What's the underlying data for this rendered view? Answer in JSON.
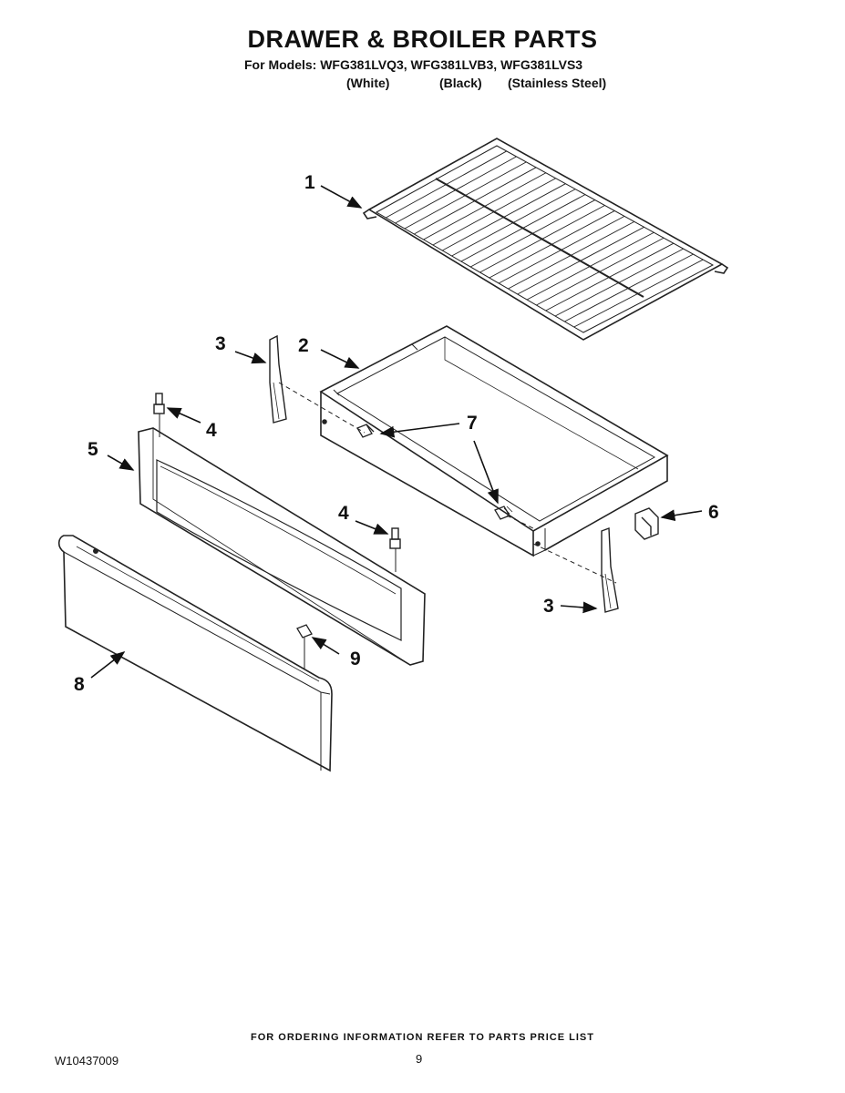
{
  "header": {
    "title": "DRAWER & BROILER PARTS",
    "models_line": "For Models: WFG381LVQ3, WFG381LVB3, WFG381LVS3",
    "variants": [
      "(White)",
      "(Black)",
      "(Stainless Steel)"
    ]
  },
  "callouts": {
    "rack": "1",
    "drawer_pan": "2",
    "slide_left": "3",
    "slide_right": "3",
    "stud_top": "4",
    "stud_right": "4",
    "drawer_front_frame": "5",
    "clip": "6",
    "screw_a": "7",
    "screw_b": "7",
    "drawer_panel": "8",
    "panel_screw": "9"
  },
  "footer": {
    "ordering_note": "FOR ORDERING INFORMATION REFER TO PARTS PRICE LIST",
    "doc_number": "W10437009",
    "page_number": "9"
  }
}
